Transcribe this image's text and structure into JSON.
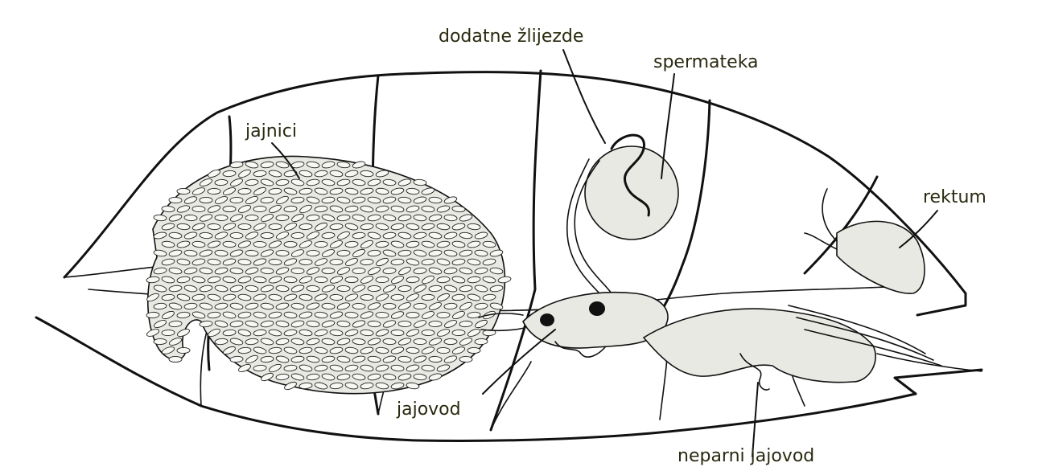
{
  "labels": {
    "ovaries": "jajnici",
    "accessory_glands": "dodatne žlijezde",
    "spermatheca": "spermateka",
    "rectum": "rektum",
    "oviduct": "jajovod",
    "common_oviduct": "neparni jajovod"
  },
  "colors": {
    "background": "#ffffff",
    "ink": "#111111",
    "label": "#2a2a10",
    "stipple_fill": "#e9e9e3"
  }
}
